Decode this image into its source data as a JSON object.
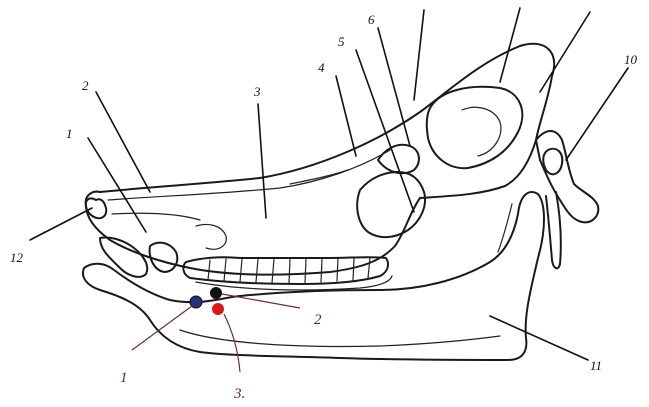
{
  "diagram": {
    "labels": {
      "l1": "1",
      "l2": "2",
      "l3": "3",
      "l4": "4",
      "l5": "5",
      "l6": "6",
      "l10": "10",
      "l11": "11",
      "l12": "12",
      "m1": "1",
      "m2": "2",
      "m3": "3."
    },
    "markers": {
      "blue": "#2b2f7a",
      "black": "#111111",
      "red": "#d81a1a"
    }
  }
}
